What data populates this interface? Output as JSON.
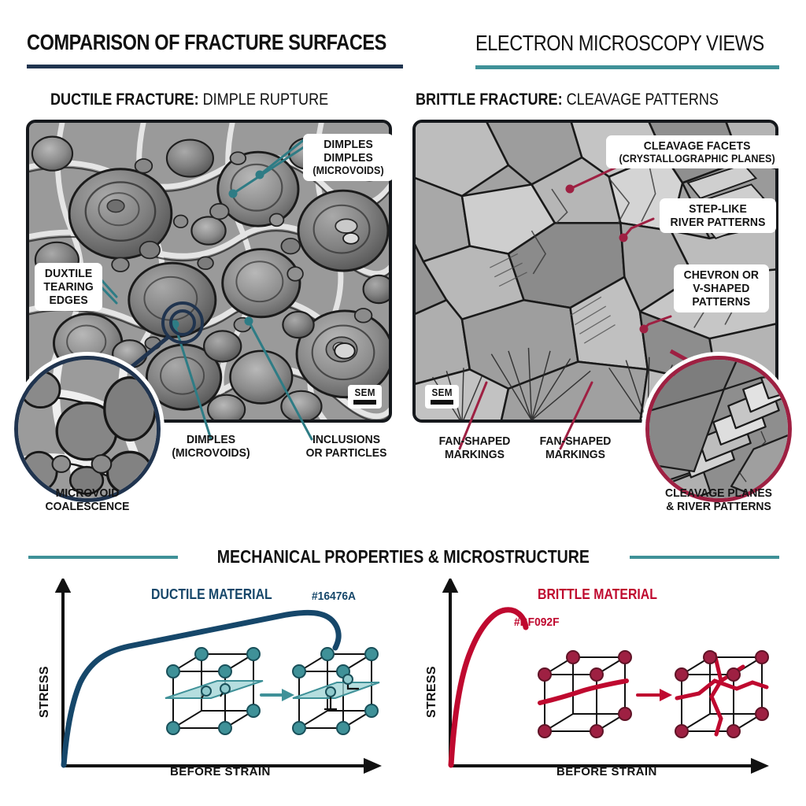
{
  "header": {
    "title_left": "COMPARISON OF FRACTURE SURFACES",
    "title_right": "ELECTRON MICROSCOPY VIEWS",
    "rule_left_color": "#20344f",
    "rule_right_color": "#3f9198"
  },
  "panels": {
    "ductile": {
      "sub_bold": "DUCTILE FRACTURE:",
      "sub_rest": " DIMPLE RUPTURE",
      "sem_label": "SEM",
      "accent": "#2e7c85",
      "callouts": [
        {
          "name": "dimples-microvoids",
          "lines": [
            "DIMPLES",
            "DIMPLES"
          ],
          "sub": "(MICROVOIDS)"
        },
        {
          "name": "ductile-tearing-edges",
          "lines": [
            "DUXTILE",
            "TEARING",
            "EDGES"
          ],
          "sub": ""
        }
      ],
      "captions": [
        {
          "name": "microvoid-coalescence",
          "lines": [
            "MICROVOID",
            "COALESCENCE"
          ]
        },
        {
          "name": "dimples-microvoids-caption",
          "lines": [
            "DIMPLES",
            "(MICROVOIDS)"
          ]
        },
        {
          "name": "inclusions-or-particles",
          "lines": [
            "INCLUSIONS",
            "OR PARTICLES"
          ]
        }
      ]
    },
    "brittle": {
      "sub_bold": "BRITTLE FRACTURE:",
      "sub_rest": " CLEAVAGE PATTERNS",
      "sem_label": "SEM",
      "accent": "#9e2042",
      "callouts": [
        {
          "name": "cleavage-facets",
          "lines": [
            "CLEAVAGE FACETS"
          ],
          "sub": "(CRYSTALLOGRAPHIC PLANES)"
        },
        {
          "name": "step-like-river-patterns",
          "lines": [
            "STEP-LIKE",
            "RIVER PATTERNS"
          ],
          "sub": ""
        },
        {
          "name": "chevron-v-shaped-patterns",
          "lines": [
            "CHEVRON OR",
            "V-SHAPED",
            "PATTERNS"
          ],
          "sub": ""
        }
      ],
      "captions": [
        {
          "name": "fan-shaped-markings-left",
          "lines": [
            "FAN-SHAPED",
            "MARKINGS"
          ]
        },
        {
          "name": "fan-shaped-markings-right",
          "lines": [
            "FAN-SHAPED",
            "MARKINGS"
          ]
        },
        {
          "name": "cleavage-planes-river-patterns",
          "lines": [
            "CLEAVAGE PLANES",
            "& RIVER PATTERNS"
          ]
        }
      ]
    }
  },
  "bottom": {
    "section_title": "MECHANICAL PROPERTIES & MICROSTRUCTURE",
    "rule_color": "#3f9198"
  },
  "chart_data": [
    {
      "type": "line",
      "name": "ductile-stress-strain",
      "title": "DUCTILE MATERIAL",
      "color_label": "#16476A",
      "color": "#16476A",
      "xlabel": "BEFORE STRAIN",
      "ylabel": "STRESS",
      "grid": false,
      "legend": "none",
      "xlim": [
        0,
        100
      ],
      "ylim": [
        0,
        100
      ],
      "x": [
        0,
        3,
        6,
        10,
        16,
        24,
        34,
        46,
        58,
        70,
        80,
        88,
        93,
        96
      ],
      "y": [
        0,
        26,
        44,
        56,
        64,
        71,
        77,
        82,
        86,
        89,
        90,
        89,
        85,
        78
      ],
      "annotations": [
        "elastic rise",
        "yield plateau",
        "necking drop"
      ],
      "inset": {
        "name": "slip-plane-unit-cells",
        "atom_color": "#3f9198",
        "plane_color": "#9cd3d4",
        "arrow": "right",
        "cells": [
          "before-slip",
          "after-slip"
        ]
      }
    },
    {
      "type": "line",
      "name": "brittle-stress-strain",
      "title": "BRITTLE MATERIAL",
      "color_label": "#BF092F",
      "color": "#BF092F",
      "xlabel": "BEFORE STRAIN",
      "ylabel": "STRESS",
      "grid": false,
      "legend": "none",
      "xlim": [
        0,
        100
      ],
      "ylim": [
        0,
        100
      ],
      "x": [
        0,
        2,
        4,
        7,
        10,
        13,
        16,
        19,
        22,
        25
      ],
      "y": [
        0,
        30,
        54,
        72,
        83,
        89,
        91,
        90,
        86,
        80
      ],
      "annotations": [
        "steep elastic rise",
        "abrupt fracture"
      ],
      "inset": {
        "name": "cleavage-crack-unit-cells",
        "atom_color": "#9e2042",
        "crack_color": "#BF092F",
        "arrow": "right",
        "cells": [
          "crack-initiation",
          "crack-propagation"
        ]
      }
    }
  ]
}
